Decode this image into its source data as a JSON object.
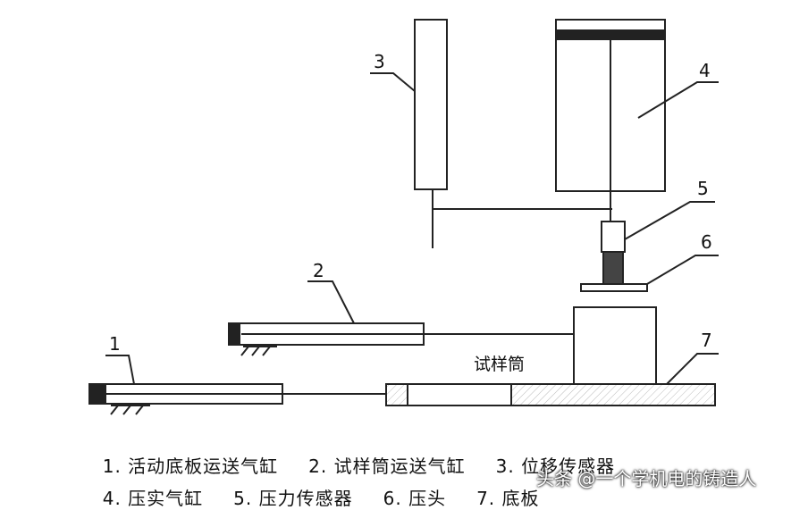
{
  "diagram": {
    "labels": {
      "n1": "1",
      "n2": "2",
      "n3": "3",
      "n4": "4",
      "n5": "5",
      "n6": "6",
      "n7": "7",
      "sample_tube": "试样筒"
    }
  },
  "legend": {
    "row1": [
      "1. 活动底板运送气缸",
      "2. 试样筒运送气缸",
      "3. 位移传感器"
    ],
    "row2": [
      "4. 压实气缸",
      "5. 压力传感器",
      "6. 压头",
      "7. 底板"
    ]
  },
  "watermark": "头条 @一个学机电的铸造人",
  "colors": {
    "stroke": "#222222",
    "fill": "#ffffff"
  }
}
